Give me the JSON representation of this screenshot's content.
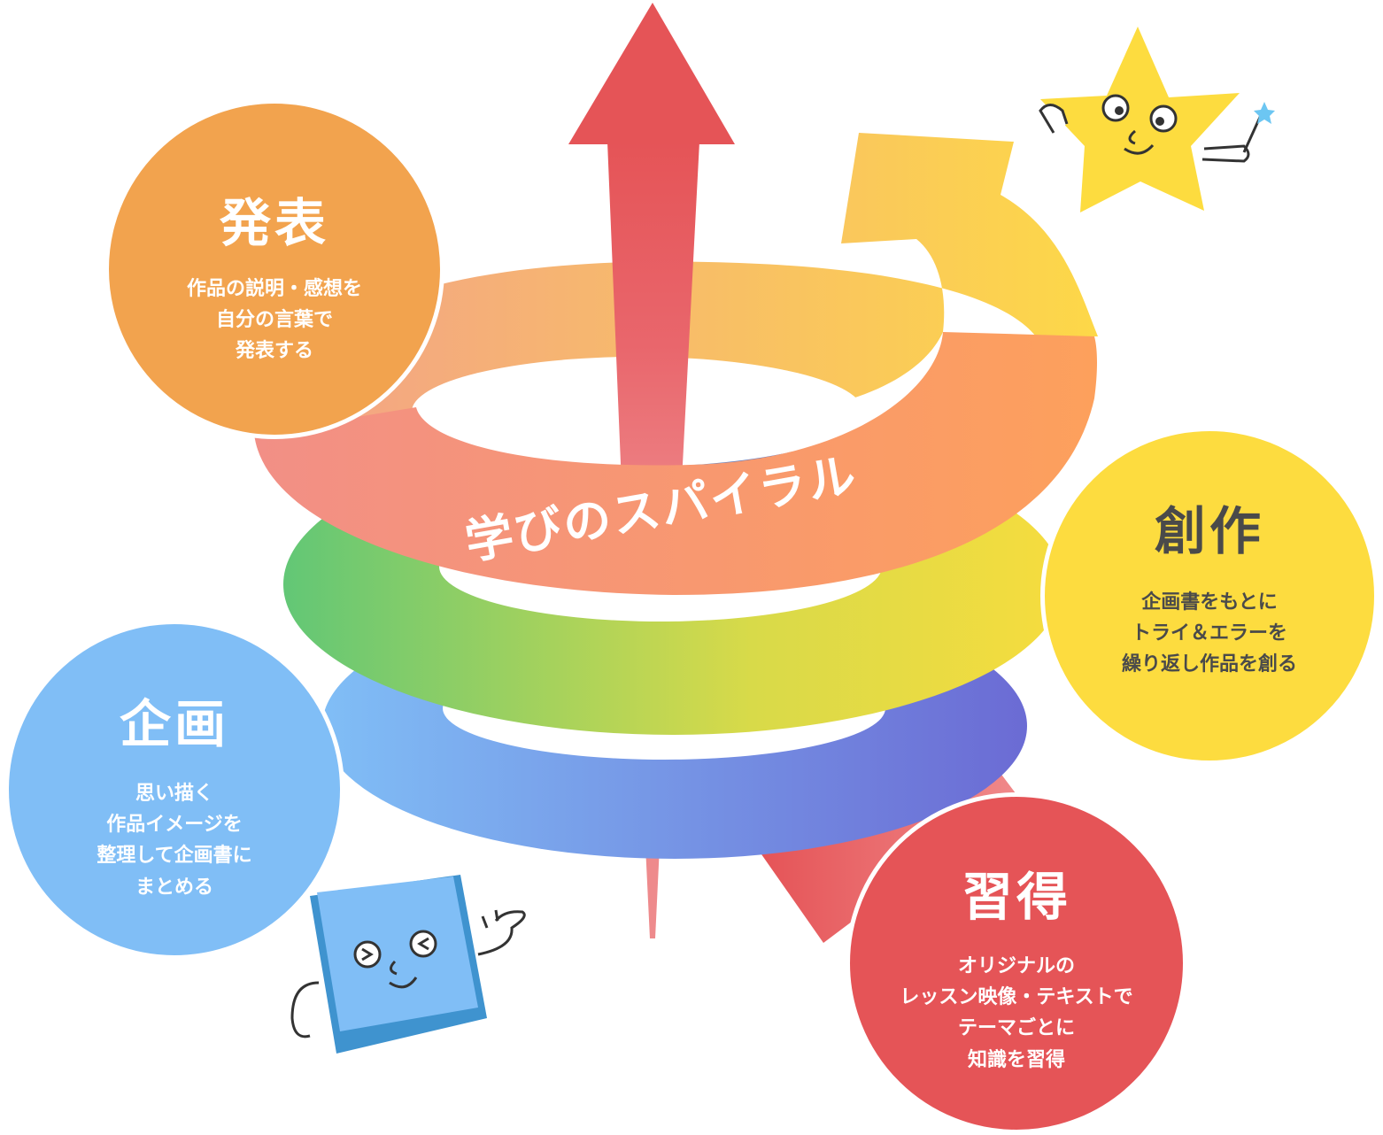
{
  "spiral": {
    "title": "学びのスパイラル"
  },
  "stages": {
    "presentation": {
      "title": "発表",
      "description": "作品の説明・感想を\n自分の言葉で\n発表する",
      "color": "#f2a34e"
    },
    "creation": {
      "title": "創作",
      "description": "企画書をもとに\nトライ＆エラーを\n繰り返し作品を創る",
      "color": "#fddc3f"
    },
    "planning": {
      "title": "企画",
      "description": "思い描く\n作品イメージを\n整理して企画書に\nまとめる",
      "color": "#80bef6"
    },
    "learning": {
      "title": "習得",
      "description": "オリジナルの\nレッスン映像・テキストで\nテーマごとに\n知識を習得",
      "color": "#e55457"
    }
  },
  "colors": {
    "arrow": "#e55457",
    "band_top": [
      "#f28f86",
      "#fda05c",
      "#fdd848"
    ],
    "band_middle": [
      "#62c776",
      "#d8da49",
      "#f6dc3e"
    ],
    "band_bottom": [
      "#80bef6",
      "#6b6bd4"
    ],
    "star": "#fddc3f",
    "keycap": "#80bef6"
  },
  "characters": [
    {
      "name": "star-mascot",
      "icon": "star-character-icon"
    },
    {
      "name": "keycap-mascot",
      "icon": "keycap-character-icon"
    }
  ]
}
